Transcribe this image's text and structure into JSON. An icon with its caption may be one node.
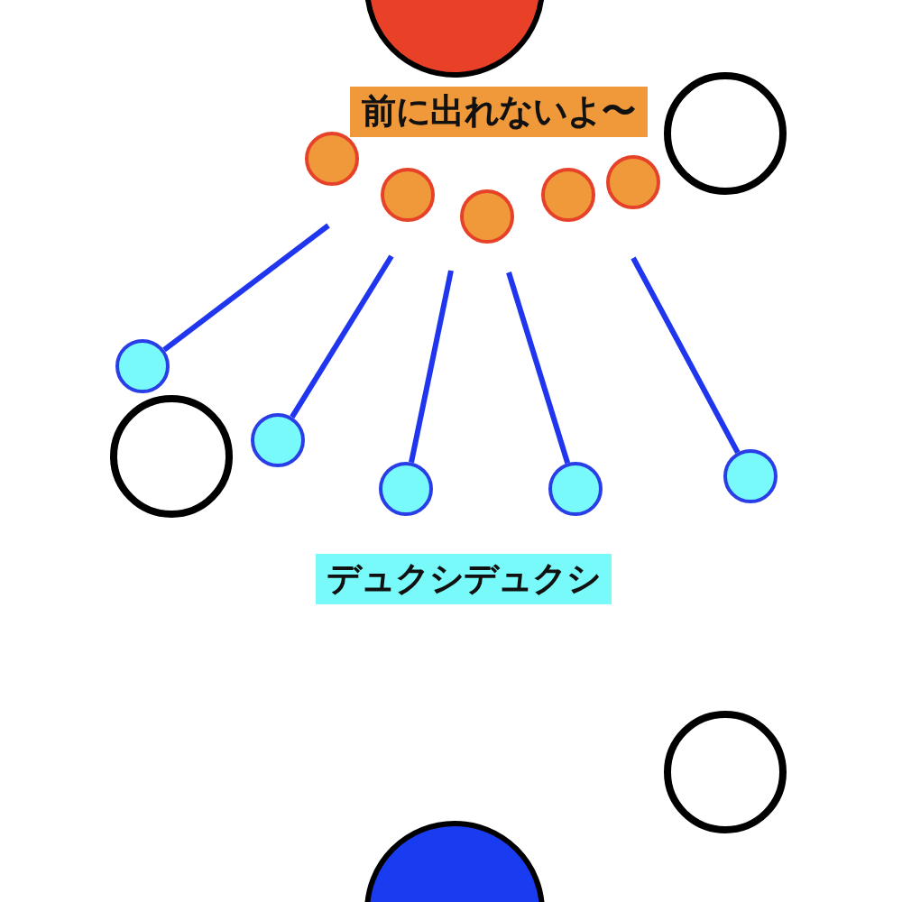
{
  "diagram": {
    "nodes": [
      {
        "text": [],
        "shape": "circle"
      },
      {
        "text": [
          "前に出れないよ〜"
        ]
      },
      {
        "text": [],
        "shape": "circle"
      },
      {
        "text": [],
        "shape": "circle"
      },
      {
        "text": [],
        "shape": "circle"
      },
      {
        "text": [],
        "shape": "circle"
      },
      {
        "text": [],
        "shape": "circle"
      },
      {
        "text": [],
        "shape": "circle"
      },
      {
        "text": [],
        "shape": "circle"
      },
      {
        "text": [],
        "shape": "circle"
      },
      {
        "text": [],
        "shape": "circle"
      },
      {
        "text": [],
        "shape": "circle"
      },
      {
        "text": [],
        "shape": "circle"
      },
      {
        "text": [],
        "shape": "circle"
      },
      {
        "text": [
          "デュクシデュクシ"
        ]
      },
      {
        "text": [],
        "shape": "circle"
      },
      {
        "text": [],
        "shape": "circle"
      }
    ],
    "edges": [
      {
        "from": null,
        "to": 8,
        "arrow": "none"
      },
      {
        "from": null,
        "to": 9,
        "arrow": "none"
      },
      {
        "from": null,
        "to": 10,
        "arrow": "none"
      },
      {
        "from": null,
        "to": 11,
        "arrow": "none"
      },
      {
        "from": null,
        "to": 12,
        "arrow": "none"
      }
    ]
  }
}
